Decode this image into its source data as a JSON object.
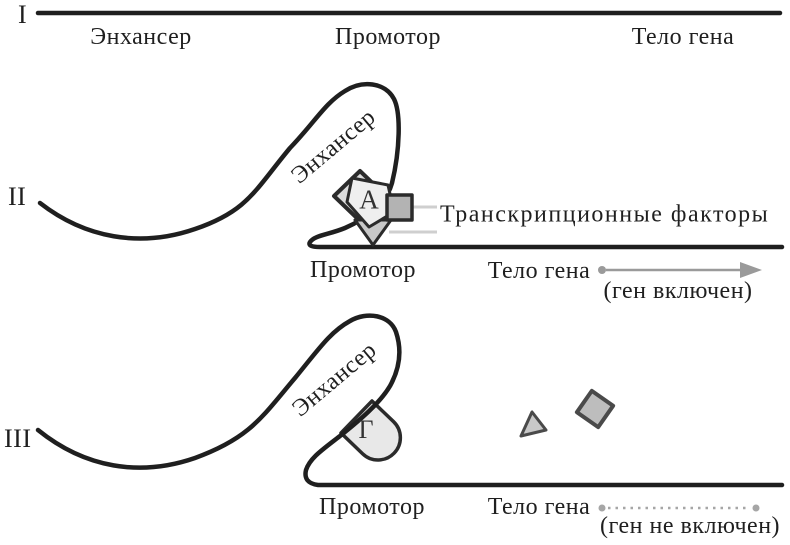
{
  "diagram": {
    "title_semantic": "enhancer-promoter gene regulation scheme",
    "rows": {
      "row1": {
        "numeral": "I",
        "enhancer_label": "Энхансер",
        "promoter_label": "Промотор",
        "gene_body_label": "Тело гена"
      },
      "row2": {
        "numeral": "II",
        "enhancer_label": "Энхансер",
        "activator_letter": "А",
        "tf_label": "Транскрипционные факторы",
        "promoter_label": "Промотор",
        "gene_body_label": "Тело гена",
        "status_label": "(ген включен)"
      },
      "row3": {
        "numeral": "III",
        "enhancer_label": "Энхансер",
        "repressor_letter": "Г",
        "promoter_label": "Промотор",
        "gene_body_label": "Тело гена",
        "status_label": "(ген не включен)"
      }
    },
    "colors": {
      "ink": "#1f1f1f",
      "pentagon_fill": "#efefef",
      "diamond_fill": "#dcdcdc",
      "triangle_fill": "#c8c8c8",
      "square_fill": "#b3b3b3",
      "repressor_fill": "#e8e8e8",
      "free_square_fill": "#bdbdbd",
      "arrow_gray": "#9a9a9a",
      "dotted_gray": "#a6a6a6",
      "callout_gray": "#cfcfcf"
    }
  }
}
